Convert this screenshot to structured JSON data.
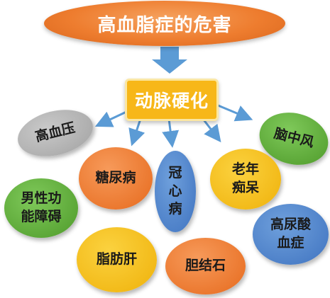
{
  "title": "高血脂症的危害",
  "core": "动脉硬化",
  "nodes": {
    "hypertension": "高血压",
    "stroke": "脑中风",
    "diabetes": "糖尿病",
    "coronary": "冠\n心\n病",
    "dementia": "老年\n痴呆",
    "sexual": "男性功\n能障碍",
    "fatty_liver": "脂肪肝",
    "gallstone": "胆结石",
    "gout": "高尿酸\n血症"
  },
  "colors": {
    "title": "#ee7d2f",
    "core": "#f7b719",
    "arrow": "#5b9bd5"
  }
}
